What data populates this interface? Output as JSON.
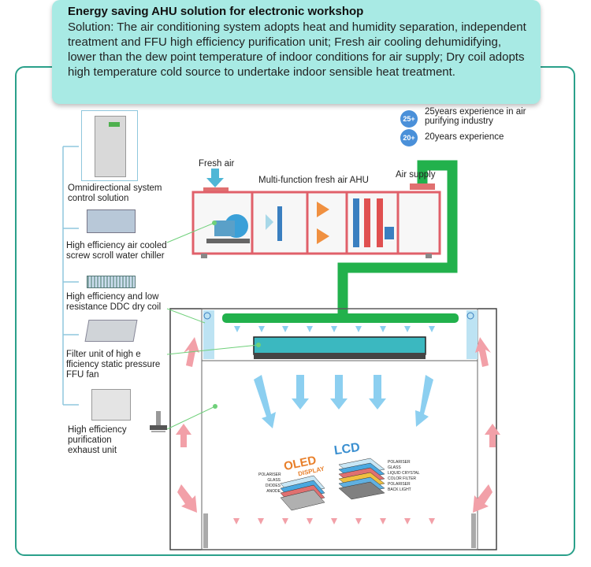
{
  "callout": {
    "title": "Energy saving AHU solution for electronic workshop",
    "body": "Solution: The air conditioning system adopts heat and humidity separation, independent treatment and FFU high efficiency purification unit; Fresh air cooling dehumidifying, lower than the dew point temperature of indoor conditions for air supply; Dry coil adopts high temperature cold source to undertake indoor sensible heat treatment."
  },
  "experience": [
    {
      "badge": "25+",
      "text": "25years experience in air purifying industry"
    },
    {
      "badge": "20+",
      "text": "20years experience"
    }
  ],
  "components": [
    {
      "label": "Omnidirectional system control solution"
    },
    {
      "label": "High efficiency air cooled screw scroll water chiller"
    },
    {
      "label": "High efficiency and low resistance DDC dry coil"
    },
    {
      "label": "Filter unit of high e fficiency static pressure FFU fan"
    },
    {
      "label": "High efficiency purification exhaust unit"
    }
  ],
  "ahu": {
    "fresh_air": "Fresh air",
    "title": "Multi-function fresh air AHU",
    "air_supply": "Air supply"
  },
  "display": {
    "oled": "OLED",
    "oled_sub": "DISPLAY",
    "lcd": "LCD",
    "oled_layers": [
      "POLARISER",
      "GLASS",
      "DIODES",
      "ANODE"
    ],
    "lcd_layers": [
      "POLARISER",
      "GLASS",
      "LIQUID CRYSTAL",
      "COLOR FILTER",
      "POLARISER",
      "BACK LIGHT"
    ]
  },
  "colors": {
    "frame": "#2aa08a",
    "callout_bg": "#a8eae4",
    "duct": "#22b14c",
    "ahu_red": "#e0606a",
    "arrow_blue": "#8ccff0",
    "arrow_pink": "#f2a0a8"
  }
}
